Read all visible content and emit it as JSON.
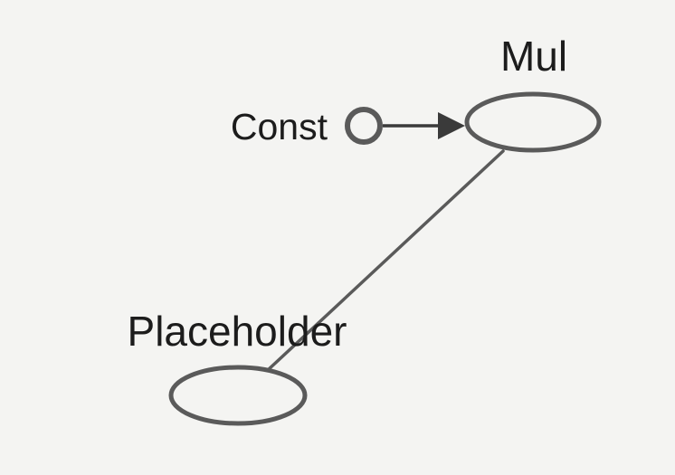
{
  "nodes": {
    "mul": {
      "label": "Mul"
    },
    "const": {
      "label": "Const"
    },
    "placeholder": {
      "label": "Placeholder"
    }
  },
  "edges": [
    {
      "from": "Const",
      "to": "Mul",
      "directed": true
    },
    {
      "from": "Placeholder",
      "to": "Mul",
      "directed": false
    }
  ],
  "colors": {
    "stroke": "#5a5a5a",
    "text": "#1c1c1c",
    "background": "#f4f4f2"
  }
}
